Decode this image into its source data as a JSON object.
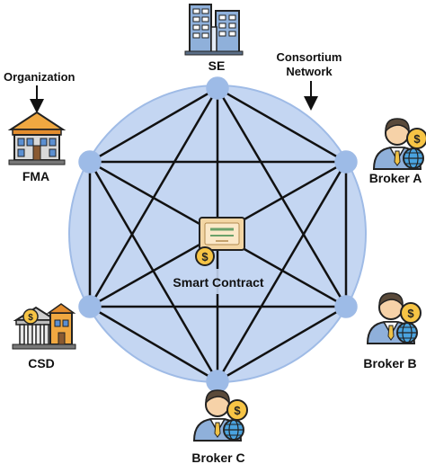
{
  "colors": {
    "network_fill": "#c4d6f2",
    "network_stroke": "#9fbbe6",
    "node": "#9dbbe7",
    "edge": "#111111"
  },
  "labels": {
    "organization": "Organization",
    "consortium_line1": "Consortium",
    "consortium_line2": "Network",
    "smart_contract": "Smart Contract"
  },
  "nodes": [
    {
      "id": "se",
      "label": "SE",
      "icon": "office-building-icon"
    },
    {
      "id": "broker_a",
      "label": "Broker A",
      "icon": "broker-icon"
    },
    {
      "id": "broker_b",
      "label": "Broker B",
      "icon": "broker-icon"
    },
    {
      "id": "broker_c",
      "label": "Broker C",
      "icon": "broker-icon"
    },
    {
      "id": "csd",
      "label": "CSD",
      "icon": "bank-building-icon"
    },
    {
      "id": "fma",
      "label": "FMA",
      "icon": "government-building-icon"
    }
  ],
  "icons": {
    "center": "contract-certificate-icon",
    "coin": "dollar-coin-icon",
    "globe": "globe-icon"
  }
}
